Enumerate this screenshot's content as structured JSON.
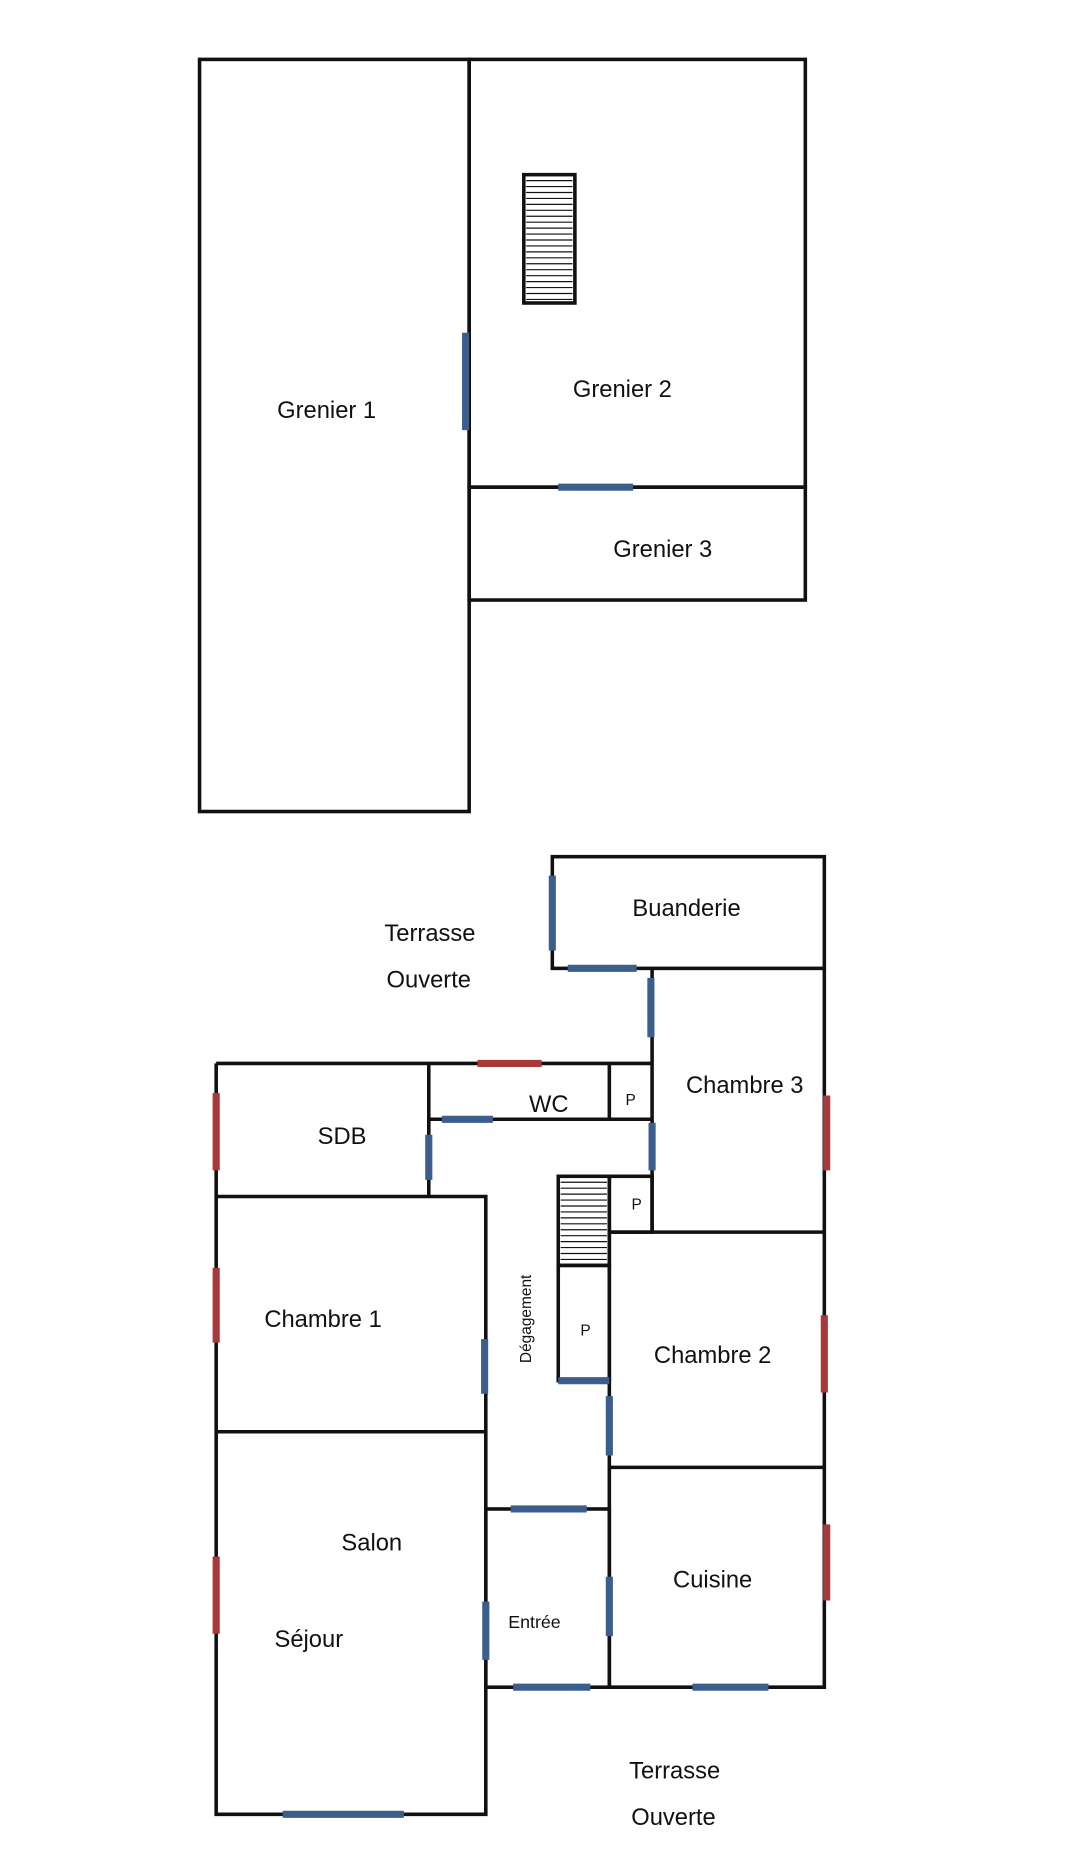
{
  "title": "Plan de maison",
  "colors": {
    "door": "#3b5e8c",
    "window": "#a8383a",
    "wall": "#111111"
  },
  "upper_floor": {
    "rooms": {
      "grenier1": "Grenier 1",
      "grenier2": "Grenier 2",
      "grenier3": "Grenier 3"
    }
  },
  "ground_floor": {
    "rooms": {
      "buanderie": "Buanderie",
      "chambre3": "Chambre 3",
      "wc": "WC",
      "sdb": "SDB",
      "placard1": "P",
      "placard2": "P",
      "placard3": "P",
      "chambre1": "Chambre 1",
      "degagement": "Dégagement",
      "chambre2": "Chambre 2",
      "salon": "Salon",
      "sejour": "Séjour",
      "entree": "Entrée",
      "cuisine": "Cuisine"
    },
    "terrace_top": {
      "line1": "Terrasse",
      "line2": "Ouverte"
    },
    "terrace_bottom": {
      "line1": "Terrasse",
      "line2": "Ouverte"
    }
  }
}
